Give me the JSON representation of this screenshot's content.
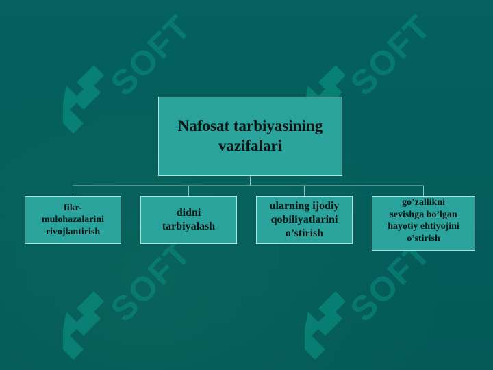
{
  "watermark": {
    "text": "SOFT",
    "color": "#0a8a7c"
  },
  "diagram": {
    "root": {
      "label": "Nafosat tarbiyasining\nvazifalari"
    },
    "children": [
      {
        "label": "fikr-\nmulohazalarini\nrivojlantirish"
      },
      {
        "label": "didni\ntarbiyalash"
      },
      {
        "label": "ularning ijodiy\nqobiliyatlarini\no’stirish"
      },
      {
        "label": "go’zallikni\nsevishga bo’lgan\nhayotiy ehtiyojini\no’stirish"
      }
    ]
  },
  "colors": {
    "background": "#03625f",
    "box_fill": "#2aa39c",
    "box_border": "#b9dcd6",
    "connector": "#8fc7c0"
  }
}
